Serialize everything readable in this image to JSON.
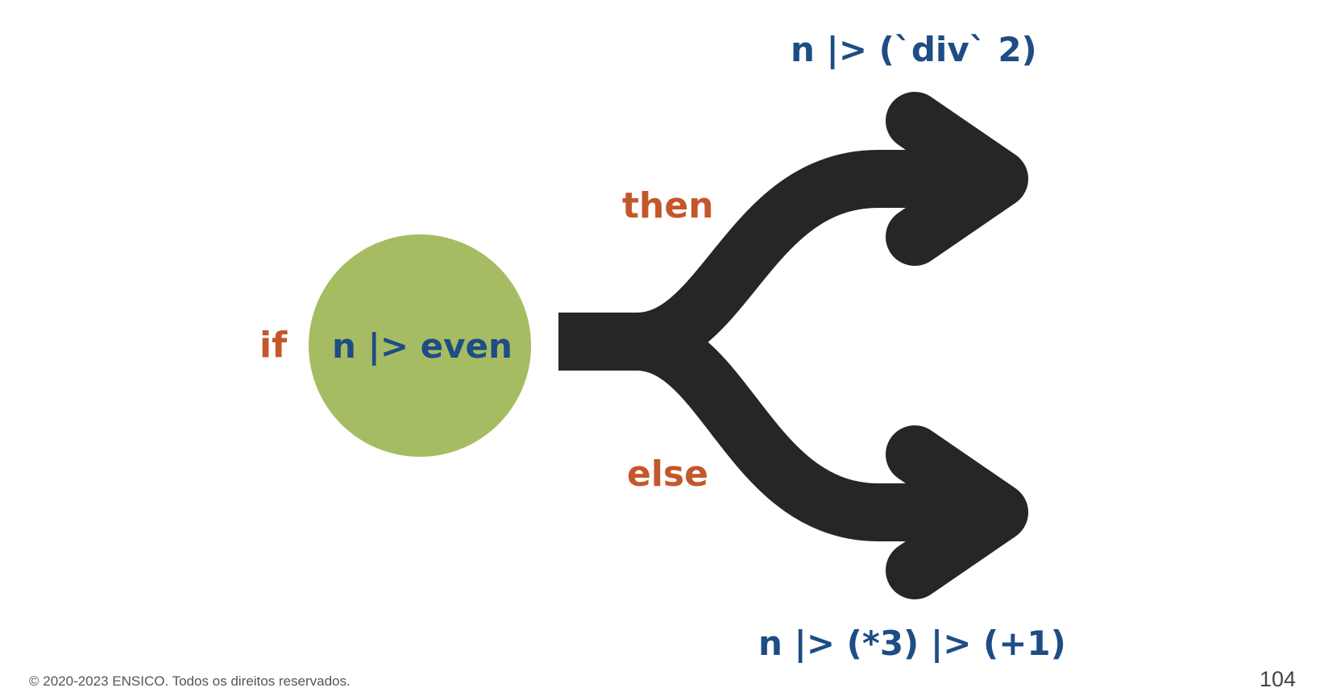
{
  "diagram": {
    "if_keyword": "if",
    "condition": "n |> even",
    "then_keyword": "then",
    "else_keyword": "else",
    "then_expression": "n |> (`div` 2)",
    "else_expression": "n |> (*3) |> (+1)",
    "colors": {
      "keyword": "#c4572a",
      "code": "#1e4d85",
      "condition_circle": "#a6bc62",
      "arrow": "#262626"
    },
    "icons": [
      "fork-arrow-icon"
    ]
  },
  "footer": {
    "copyright": "© 2020-2023 ENSICO. Todos os direitos reservados.",
    "page_number": "104"
  }
}
